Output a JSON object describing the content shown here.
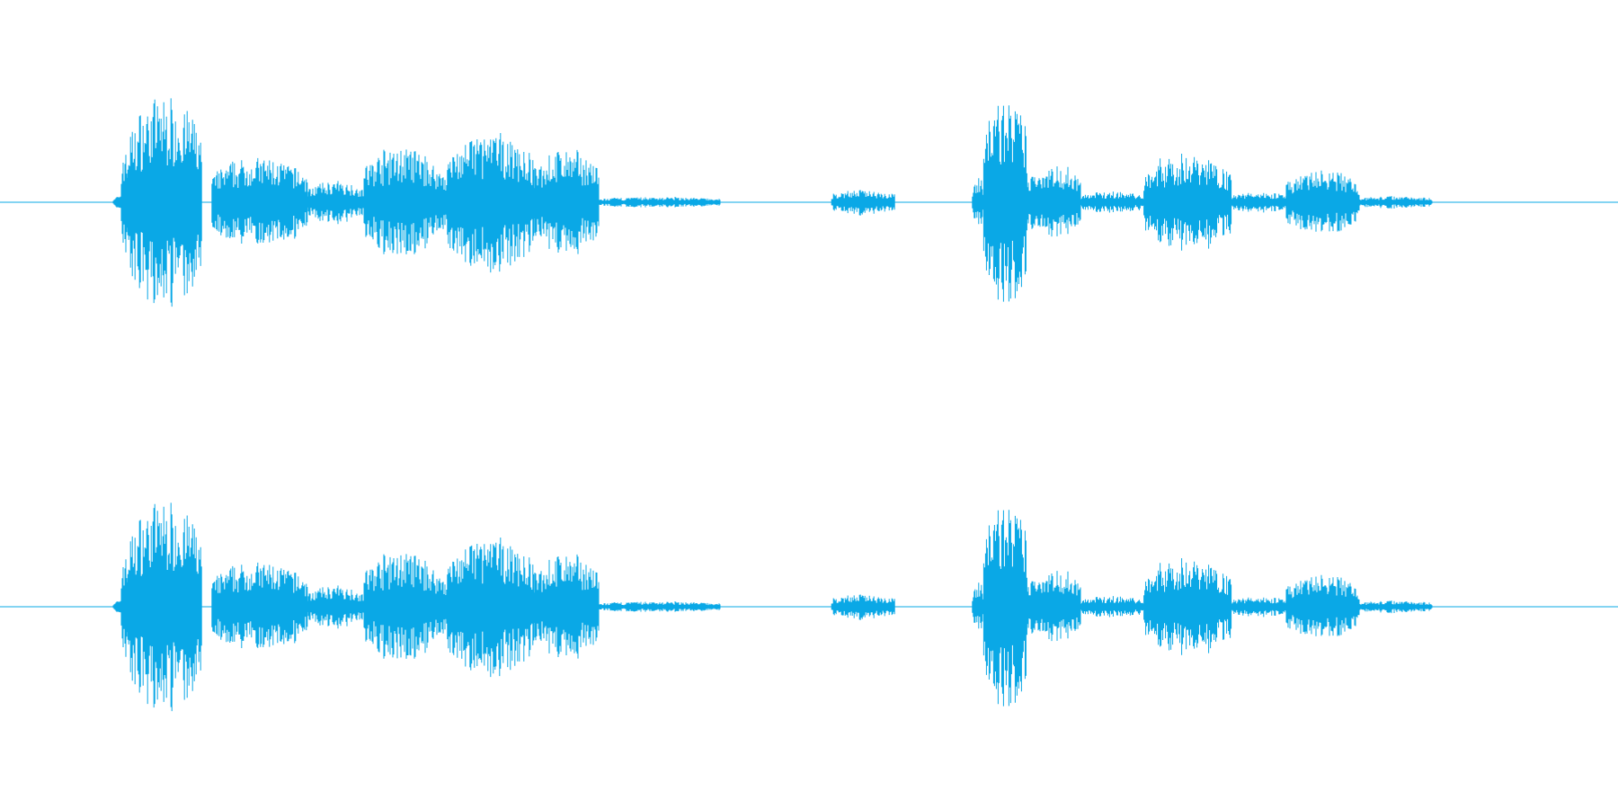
{
  "view": {
    "background_color": "#ffffff",
    "waveform_color": "#0aa8e6",
    "channel_count": 2
  },
  "channels": [
    {
      "name": "",
      "segments": [
        {
          "start": 0.07,
          "end": 0.076,
          "amp": 0.06
        },
        {
          "start": 0.075,
          "end": 0.079,
          "amp": 0.55
        },
        {
          "start": 0.079,
          "end": 0.125,
          "amp": 1.0
        },
        {
          "start": 0.131,
          "end": 0.19,
          "amp": 0.42
        },
        {
          "start": 0.19,
          "end": 0.225,
          "amp": 0.2
        },
        {
          "start": 0.225,
          "end": 0.27,
          "amp": 0.52
        },
        {
          "start": 0.27,
          "end": 0.276,
          "amp": 0.34
        },
        {
          "start": 0.276,
          "end": 0.33,
          "amp": 0.66
        },
        {
          "start": 0.33,
          "end": 0.37,
          "amp": 0.5
        },
        {
          "start": 0.37,
          "end": 0.445,
          "amp": 0.05
        },
        {
          "start": 0.514,
          "end": 0.553,
          "amp": 0.12
        },
        {
          "start": 0.601,
          "end": 0.608,
          "amp": 0.25
        },
        {
          "start": 0.608,
          "end": 0.635,
          "amp": 1.0
        },
        {
          "start": 0.635,
          "end": 0.668,
          "amp": 0.36
        },
        {
          "start": 0.668,
          "end": 0.707,
          "amp": 0.1
        },
        {
          "start": 0.707,
          "end": 0.761,
          "amp": 0.46
        },
        {
          "start": 0.761,
          "end": 0.795,
          "amp": 0.1
        },
        {
          "start": 0.795,
          "end": 0.84,
          "amp": 0.3
        },
        {
          "start": 0.84,
          "end": 0.885,
          "amp": 0.06
        }
      ]
    },
    {
      "name": "",
      "segments": [
        {
          "start": 0.07,
          "end": 0.076,
          "amp": 0.06
        },
        {
          "start": 0.075,
          "end": 0.079,
          "amp": 0.55
        },
        {
          "start": 0.079,
          "end": 0.125,
          "amp": 1.0
        },
        {
          "start": 0.131,
          "end": 0.19,
          "amp": 0.42
        },
        {
          "start": 0.19,
          "end": 0.225,
          "amp": 0.2
        },
        {
          "start": 0.225,
          "end": 0.27,
          "amp": 0.52
        },
        {
          "start": 0.27,
          "end": 0.276,
          "amp": 0.34
        },
        {
          "start": 0.276,
          "end": 0.33,
          "amp": 0.66
        },
        {
          "start": 0.33,
          "end": 0.37,
          "amp": 0.5
        },
        {
          "start": 0.37,
          "end": 0.445,
          "amp": 0.05
        },
        {
          "start": 0.514,
          "end": 0.553,
          "amp": 0.12
        },
        {
          "start": 0.601,
          "end": 0.608,
          "amp": 0.25
        },
        {
          "start": 0.608,
          "end": 0.635,
          "amp": 1.0
        },
        {
          "start": 0.635,
          "end": 0.668,
          "amp": 0.36
        },
        {
          "start": 0.668,
          "end": 0.707,
          "amp": 0.1
        },
        {
          "start": 0.707,
          "end": 0.761,
          "amp": 0.46
        },
        {
          "start": 0.761,
          "end": 0.795,
          "amp": 0.1
        },
        {
          "start": 0.795,
          "end": 0.84,
          "amp": 0.3
        },
        {
          "start": 0.84,
          "end": 0.885,
          "amp": 0.06
        }
      ]
    }
  ]
}
